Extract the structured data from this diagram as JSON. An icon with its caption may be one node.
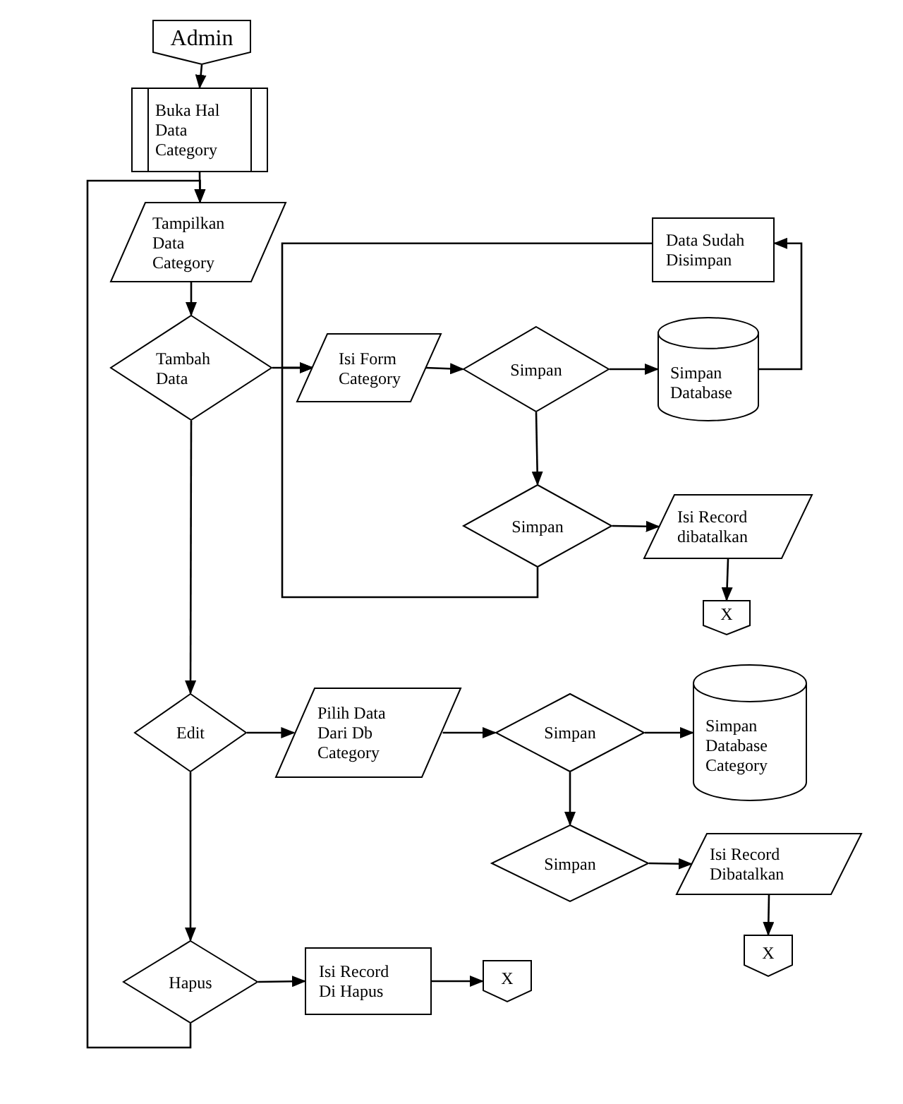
{
  "diagram": {
    "nodes": [
      {
        "text": [
          "Admin"
        ]
      },
      {
        "text": [
          "Buka Hal Data Category"
        ]
      },
      {
        "text": [
          "Tampilkan Data Category"
        ]
      },
      {
        "text": [
          "Tambah Data"
        ]
      },
      {
        "text": [
          "Isi Form Category"
        ]
      },
      {
        "text": [
          "Simpan"
        ]
      },
      {
        "text": [
          "Simpan Database"
        ]
      },
      {
        "text": [
          "Data Sudah Disimpan"
        ]
      },
      {
        "text": [
          "Simpan"
        ]
      },
      {
        "text": [
          "Isi Record dibatalkan"
        ]
      },
      {
        "text": [
          "X"
        ]
      },
      {
        "text": [
          "Edit"
        ]
      },
      {
        "text": [
          "Pilih Data Dari Db Category"
        ]
      },
      {
        "text": [
          "Simpan"
        ]
      },
      {
        "text": [
          "Simpan Database Category"
        ]
      },
      {
        "text": [
          "Simpan"
        ]
      },
      {
        "text": [
          "Isi Record Dibatalkan"
        ]
      },
      {
        "text": [
          "X"
        ]
      },
      {
        "text": [
          "Hapus"
        ]
      },
      {
        "text": [
          "Isi Record Di Hapus"
        ]
      },
      {
        "text": [
          "X"
        ]
      }
    ],
    "edges": [
      {
        "from": 0,
        "to": 1,
        "arrow": "to"
      },
      {
        "from": 1,
        "to": 2,
        "arrow": "to"
      },
      {
        "from": 2,
        "to": 3,
        "arrow": "to"
      },
      {
        "from": 3,
        "to": 4,
        "arrow": "to"
      },
      {
        "from": 4,
        "to": 5,
        "arrow": "to"
      },
      {
        "from": 5,
        "to": 6,
        "arrow": "to"
      },
      {
        "from": 6,
        "to": 7,
        "arrow": "to"
      },
      {
        "from": 7,
        "to": 4,
        "arrow": "to"
      },
      {
        "from": 5,
        "to": 8,
        "arrow": "to"
      },
      {
        "from": 8,
        "to": 4,
        "arrow": "to"
      },
      {
        "from": 8,
        "to": 9,
        "arrow": "to"
      },
      {
        "from": 9,
        "to": 10,
        "arrow": "to"
      },
      {
        "from": 3,
        "to": 11,
        "arrow": "to"
      },
      {
        "from": 11,
        "to": 12,
        "arrow": "to"
      },
      {
        "from": 12,
        "to": 13,
        "arrow": "to"
      },
      {
        "from": 13,
        "to": 14,
        "arrow": "to"
      },
      {
        "from": 13,
        "to": 15,
        "arrow": "to"
      },
      {
        "from": 15,
        "to": 16,
        "arrow": "to"
      },
      {
        "from": 16,
        "to": 17,
        "arrow": "to"
      },
      {
        "from": 11,
        "to": 18,
        "arrow": "to"
      },
      {
        "from": 18,
        "to": 19,
        "arrow": "to"
      },
      {
        "from": 19,
        "to": 20,
        "arrow": "to"
      },
      {
        "from": 18,
        "to": 2,
        "arrow": "to"
      }
    ]
  }
}
